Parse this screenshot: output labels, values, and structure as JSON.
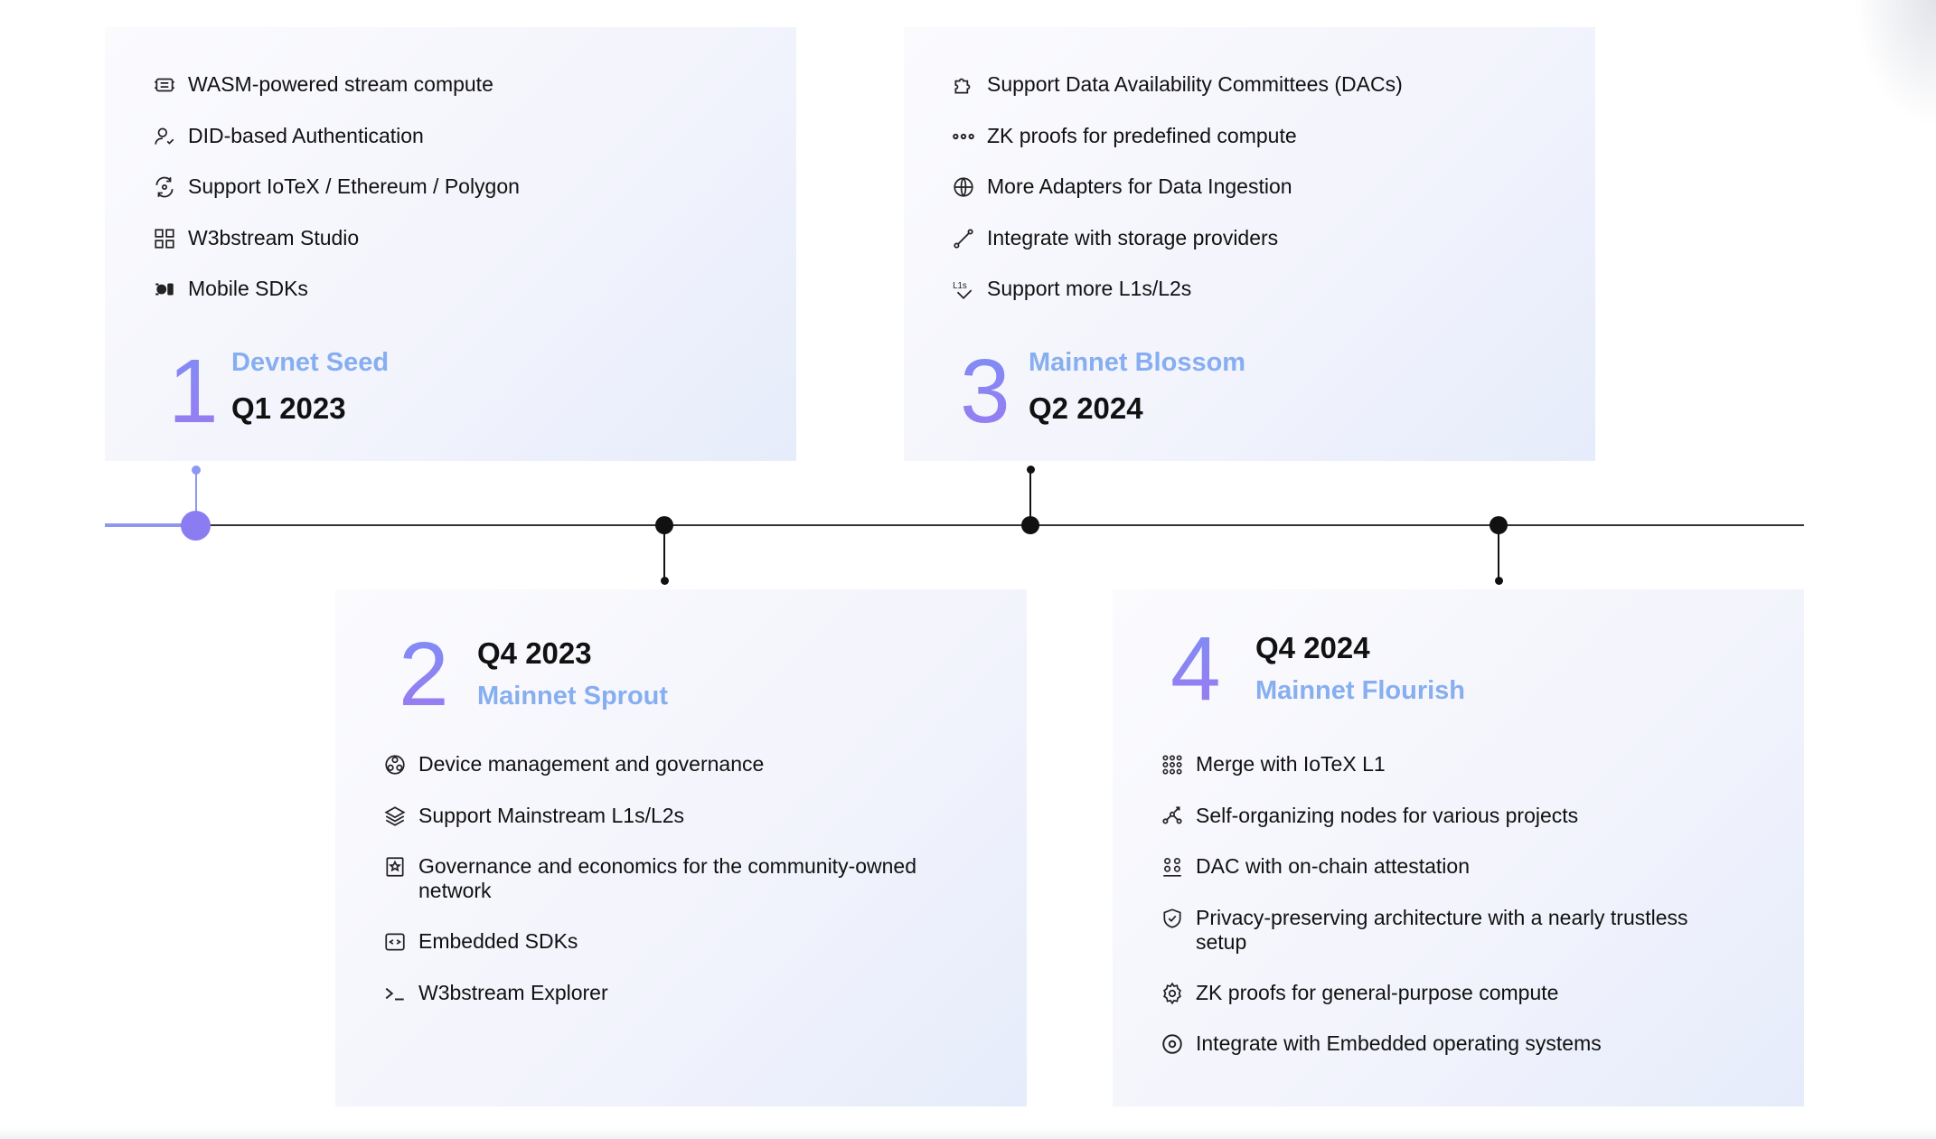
{
  "milestones": [
    {
      "number": "1",
      "name": "Devnet Seed",
      "date": "Q1 2023",
      "features": [
        {
          "icon": "chip-icon",
          "label": "WASM-powered stream compute"
        },
        {
          "icon": "user-check-icon",
          "label": "DID-based Authentication"
        },
        {
          "icon": "chain-sync-icon",
          "label": "Support IoTeX / Ethereum / Polygon"
        },
        {
          "icon": "grid-icon",
          "label": "W3bstream Studio"
        },
        {
          "icon": "mobile-os-icon",
          "label": "Mobile SDKs"
        }
      ]
    },
    {
      "number": "2",
      "name": "Mainnet Sprout",
      "date": "Q4 2023",
      "features": [
        {
          "icon": "network-icon",
          "label": "Device management and governance"
        },
        {
          "icon": "layers-icon",
          "label": "Support Mainstream L1s/L2s"
        },
        {
          "icon": "star-badge-icon",
          "label": "Governance and economics for the community-owned network"
        },
        {
          "icon": "code-box-icon",
          "label": "Embedded SDKs"
        },
        {
          "icon": "terminal-icon",
          "label": "W3bstream Explorer"
        }
      ]
    },
    {
      "number": "3",
      "name": "Mainnet Blossom",
      "date": "Q2 2024",
      "features": [
        {
          "icon": "puzzle-icon",
          "label": "Support Data Availability Committees (DACs)"
        },
        {
          "icon": "dots-icon",
          "label": "ZK proofs for predefined compute"
        },
        {
          "icon": "globe-icon",
          "label": "More Adapters for Data Ingestion"
        },
        {
          "icon": "link-line-icon",
          "label": "Integrate with storage providers"
        },
        {
          "icon": "l1s-check-icon",
          "label": "Support more L1s/L2s"
        }
      ]
    },
    {
      "number": "4",
      "name": "Mainnet Flourish",
      "date": "Q4 2024",
      "features": [
        {
          "icon": "dot-grid-icon",
          "label": "Merge with IoTeX L1"
        },
        {
          "icon": "nodes-icon",
          "label": "Self-organizing nodes for various projects"
        },
        {
          "icon": "attestation-icon",
          "label": "DAC with on-chain attestation"
        },
        {
          "icon": "shield-check-icon",
          "label": "Privacy-preserving architecture with a nearly trustless setup"
        },
        {
          "icon": "gear-icon",
          "label": "ZK proofs for general-purpose compute"
        },
        {
          "icon": "target-icon",
          "label": "Integrate with Embedded operating systems"
        }
      ]
    }
  ],
  "colors": {
    "accent": "#8c97f2",
    "milestone_name": "#86aef0",
    "number_gradient_start": "#7e8ef5",
    "number_gradient_end": "#9b7af0",
    "card_tint": "#e6ecfb",
    "axis": "#333333"
  },
  "timeline": {
    "active_milestone": "1"
  }
}
